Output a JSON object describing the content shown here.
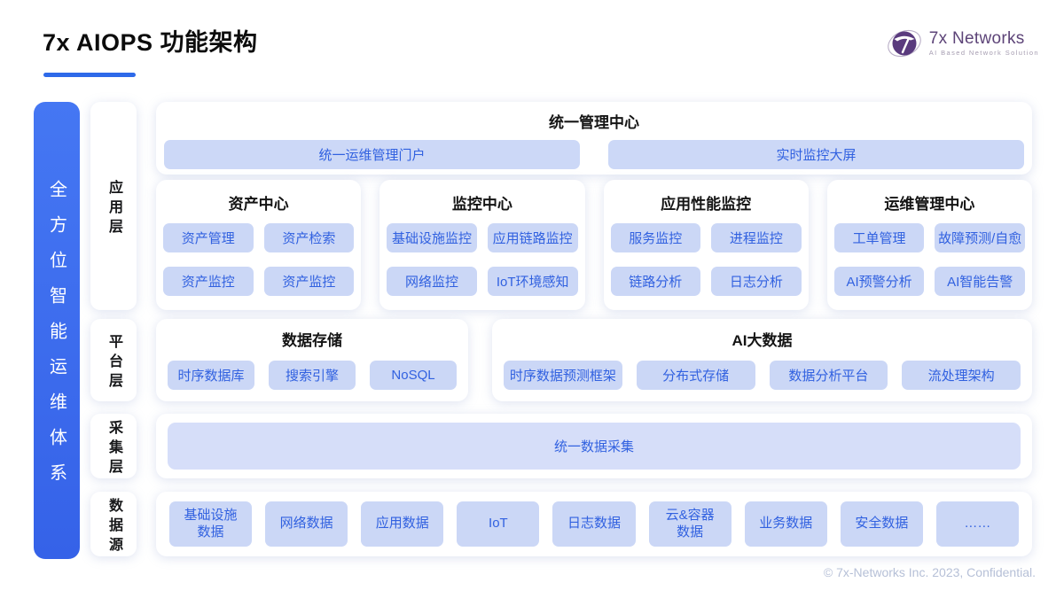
{
  "header": {
    "title": "7x AIOPS 功能架构"
  },
  "logo": {
    "brand": "7x Networks",
    "tagline": "AI Based Network Solution",
    "mark": "7"
  },
  "sidebar": {
    "label": "全方位智能运维体系"
  },
  "layers": [
    {
      "label": "应用层"
    },
    {
      "label": "平台层"
    },
    {
      "label": "采集层"
    },
    {
      "label": "数据源"
    }
  ],
  "unified": {
    "title": "统一管理中心",
    "buttons": [
      "统一运维管理门户",
      "实时监控大屏"
    ]
  },
  "centers": [
    {
      "title": "资产中心",
      "items": [
        "资产管理",
        "资产检索",
        "资产监控",
        "资产监控"
      ]
    },
    {
      "title": "监控中心",
      "items": [
        "基础设施监控",
        "应用链路监控",
        "网络监控",
        "IoT环境感知"
      ]
    },
    {
      "title": "应用性能监控",
      "items": [
        "服务监控",
        "进程监控",
        "链路分析",
        "日志分析"
      ]
    },
    {
      "title": "运维管理中心",
      "items": [
        "工单管理",
        "故障预测/自愈",
        "AI预警分析",
        "AI智能告警"
      ]
    }
  ],
  "platform": [
    {
      "title": "数据存储",
      "items": [
        "时序数据库",
        "搜索引擎",
        "NoSQL"
      ]
    },
    {
      "title": "AI大数据",
      "items": [
        "时序数据预测框架",
        "分布式存储",
        "数据分析平台",
        "流处理架构"
      ]
    }
  ],
  "collection": {
    "button": "统一数据采集"
  },
  "datasources": [
    "基础设施\n数据",
    "网络数据",
    "应用数据",
    "IoT",
    "日志数据",
    "云&容器\n数据",
    "业务数据",
    "安全数据",
    "……"
  ],
  "footer": {
    "copyright": "© 7x-Networks Inc. 2023, Confidential."
  },
  "colors": {
    "accent": "#2e6ae9",
    "pill_bg": "#cbd7f6",
    "pill_text": "#3161e0",
    "banner_blue": "#3c6cee",
    "logo_purple": "#5d4478",
    "footer_gray": "#b6c0d7"
  }
}
